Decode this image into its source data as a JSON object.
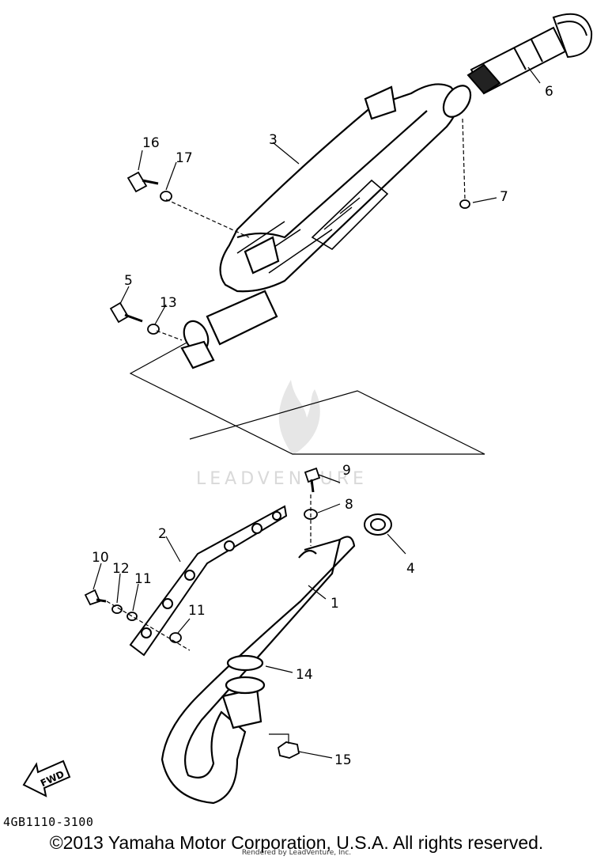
{
  "diagram": {
    "callouts": [
      "1",
      "2",
      "3",
      "4",
      "5",
      "6",
      "7",
      "8",
      "9",
      "10",
      "11",
      "11",
      "12",
      "13",
      "14",
      "15",
      "16",
      "17"
    ],
    "diagram_code": "4GB1110-3100",
    "fwd_label": "FWD",
    "watermark": "LEADVENTURE",
    "copyright": "©2013 Yamaha Motor Corporation, U.S.A. All rights reserved.",
    "rendered_by": "Rendered by LeadVenture, Inc."
  }
}
